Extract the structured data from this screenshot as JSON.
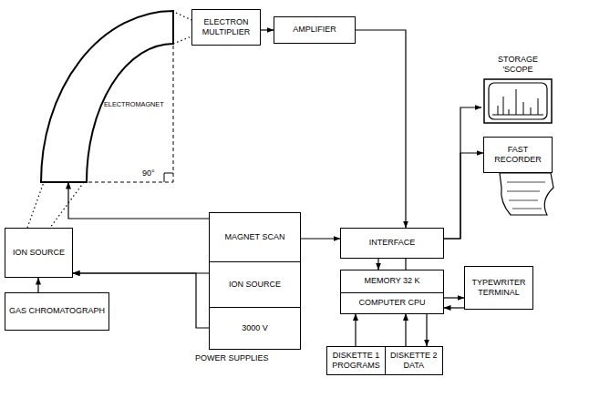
{
  "diagram": {
    "nodes": [
      {
        "text": [
          "ELECTRON MULTIPLIER"
        ]
      },
      {
        "text": [
          "AMPLIFIER"
        ]
      },
      {
        "text": [
          "STORAGE 'SCOPE"
        ]
      },
      {
        "text": [
          "ELECTROMAGNET"
        ]
      },
      {
        "text": [
          "FAST RECORDER"
        ]
      },
      {
        "text": [
          "ION SOURCE"
        ]
      },
      {
        "text": [
          "MAGNET SCAN"
        ]
      },
      {
        "text": [
          "INTERFACE"
        ]
      },
      {
        "text": [
          "ION SOURCE"
        ]
      },
      {
        "text": [
          "MEMORY 32 K"
        ]
      },
      {
        "text": [
          "COMPUTER CPU"
        ]
      },
      {
        "text": [
          "TYPEWRITER TERMINAL"
        ]
      },
      {
        "text": [
          "3000 V"
        ]
      },
      {
        "text": [
          "GAS CHROMATOGRAPH"
        ]
      },
      {
        "text": [
          "DISKETTE 1 PROGRAMS"
        ]
      },
      {
        "text": [
          "DISKETTE 2 DATA"
        ]
      }
    ],
    "edges": [
      {
        "from": 0,
        "to": 1,
        "arrow": "to"
      },
      {
        "from": 1,
        "to": 7,
        "arrow": "to"
      },
      {
        "from": 7,
        "to": 2,
        "arrow": "to"
      },
      {
        "from": 7,
        "to": 4,
        "arrow": "to"
      },
      {
        "from": 6,
        "to": 7,
        "arrow": "to"
      },
      {
        "from": 6,
        "to": 3,
        "arrow": "to"
      },
      {
        "from": 8,
        "to": 5,
        "arrow": "to"
      },
      {
        "from": 12,
        "to": 5,
        "arrow": "to"
      },
      {
        "from": 13,
        "to": 5,
        "arrow": "to"
      },
      {
        "from": 7,
        "to": 9,
        "arrow": "to"
      },
      {
        "from": 9,
        "to": 7,
        "arrow": "to"
      },
      {
        "from": 10,
        "to": 11,
        "arrow": "to"
      },
      {
        "from": 11,
        "to": 10,
        "arrow": "to"
      },
      {
        "from": 14,
        "to": 10,
        "arrow": "to"
      },
      {
        "from": 15,
        "to": 10,
        "arrow": "to"
      },
      {
        "from": 10,
        "to": 15,
        "arrow": "to"
      },
      {
        "from": 5,
        "to": 3,
        "arrow": "none"
      },
      {
        "from": 3,
        "to": 0,
        "arrow": "none"
      }
    ],
    "labels": [
      "90°",
      "POWER SUPPLIES"
    ]
  }
}
